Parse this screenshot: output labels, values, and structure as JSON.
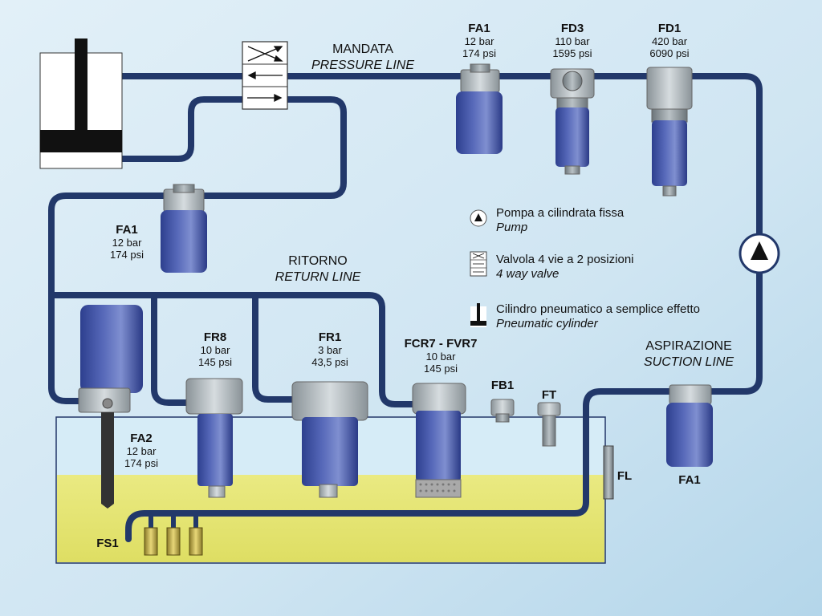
{
  "lines": {
    "pressure_it": "MANDATA",
    "pressure_en": "PRESSURE LINE",
    "return_it": "RITORNO",
    "return_en": "RETURN LINE",
    "suction_it": "ASPIRAZIONE",
    "suction_en": "SUCTION LINE"
  },
  "filters": {
    "fa1_top": {
      "name": "FA1",
      "p1": "12 bar",
      "p2": "174 psi"
    },
    "fd3": {
      "name": "FD3",
      "p1": "110 bar",
      "p2": "1595 psi"
    },
    "fd1": {
      "name": "FD1",
      "p1": "420 bar",
      "p2": "6090 psi"
    },
    "fa1_left": {
      "name": "FA1",
      "p1": "12 bar",
      "p2": "174 psi"
    },
    "fr8": {
      "name": "FR8",
      "p1": "10 bar",
      "p2": "145 psi"
    },
    "fr1": {
      "name": "FR1",
      "p1": "3 bar",
      "p2": "43,5 psi"
    },
    "fcr7": {
      "name": "FCR7 - FVR7",
      "p1": "10 bar",
      "p2": "145 psi"
    },
    "fa2": {
      "name": "FA2",
      "p1": "12 bar",
      "p2": "174 psi"
    },
    "fb1": {
      "name": "FB1"
    },
    "ft": {
      "name": "FT"
    },
    "fl": {
      "name": "FL"
    },
    "fa1_suction": {
      "name": "FA1"
    },
    "fs1": {
      "name": "FS1"
    }
  },
  "legend": [
    {
      "icon": "pump-icon",
      "it": "Pompa a cilindrata fissa",
      "en": "Pump"
    },
    {
      "icon": "valve-icon",
      "it": "Valvola 4 vie a 2 posizioni",
      "en": "4 way valve"
    },
    {
      "icon": "cylinder-icon",
      "it": "Cilindro pneumatico a semplice effetto",
      "en": "Pneumatic cylinder"
    }
  ],
  "colors": {
    "pipe": "#22386a",
    "oil": "#e3e36e",
    "tank": "#cfe8f4",
    "background": "#cfe6f3"
  }
}
